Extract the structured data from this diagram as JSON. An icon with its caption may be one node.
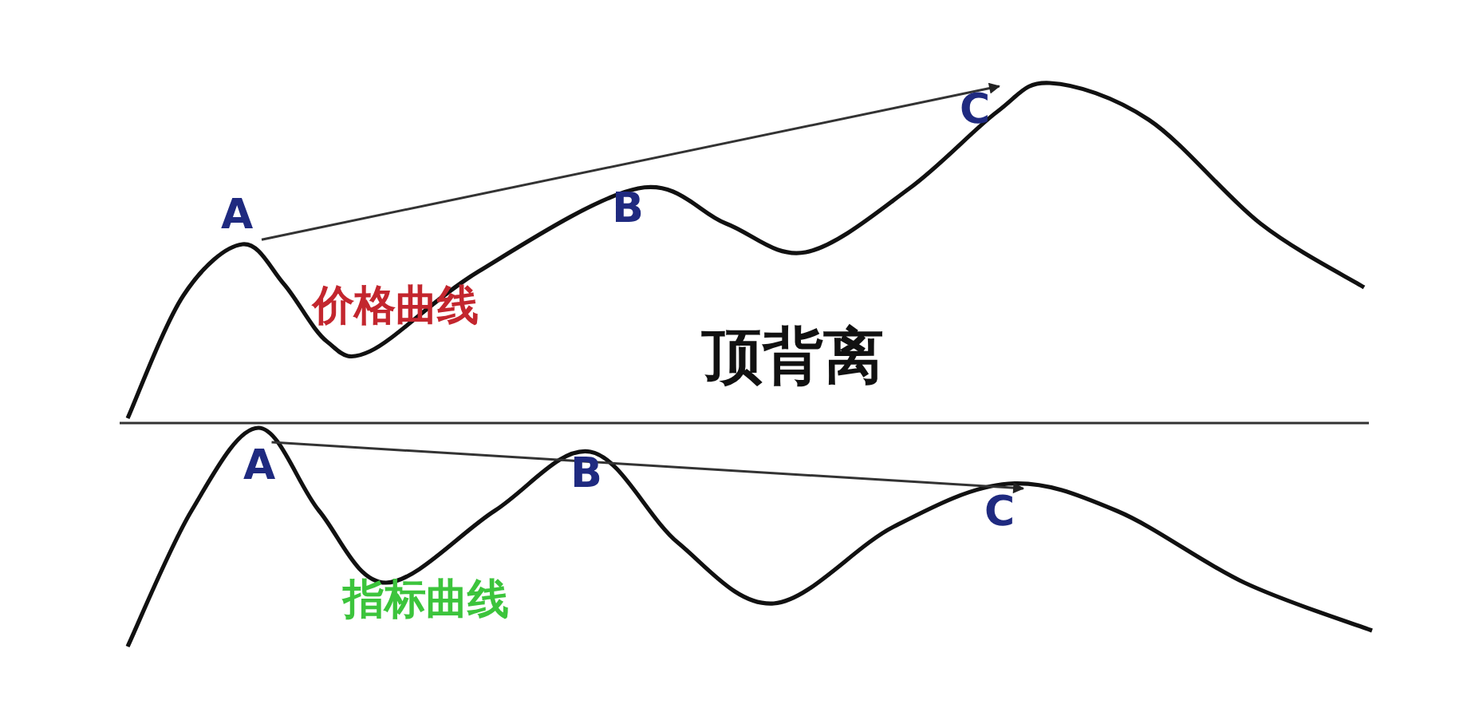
{
  "diagram": {
    "title": "顶背离",
    "nodes": [
      {
        "text": [
          "A"
        ]
      },
      {
        "text": [
          "B"
        ]
      },
      {
        "text": [
          "C"
        ]
      },
      {
        "text": [
          "A"
        ]
      },
      {
        "text": [
          "B"
        ]
      },
      {
        "text": [
          "C"
        ]
      }
    ],
    "edges": [
      {
        "from": 0,
        "to": 2,
        "arrow": "to"
      },
      {
        "from": 3,
        "to": 5,
        "arrow": "to"
      }
    ],
    "labels": [
      "价格曲线",
      "指标曲线"
    ]
  }
}
